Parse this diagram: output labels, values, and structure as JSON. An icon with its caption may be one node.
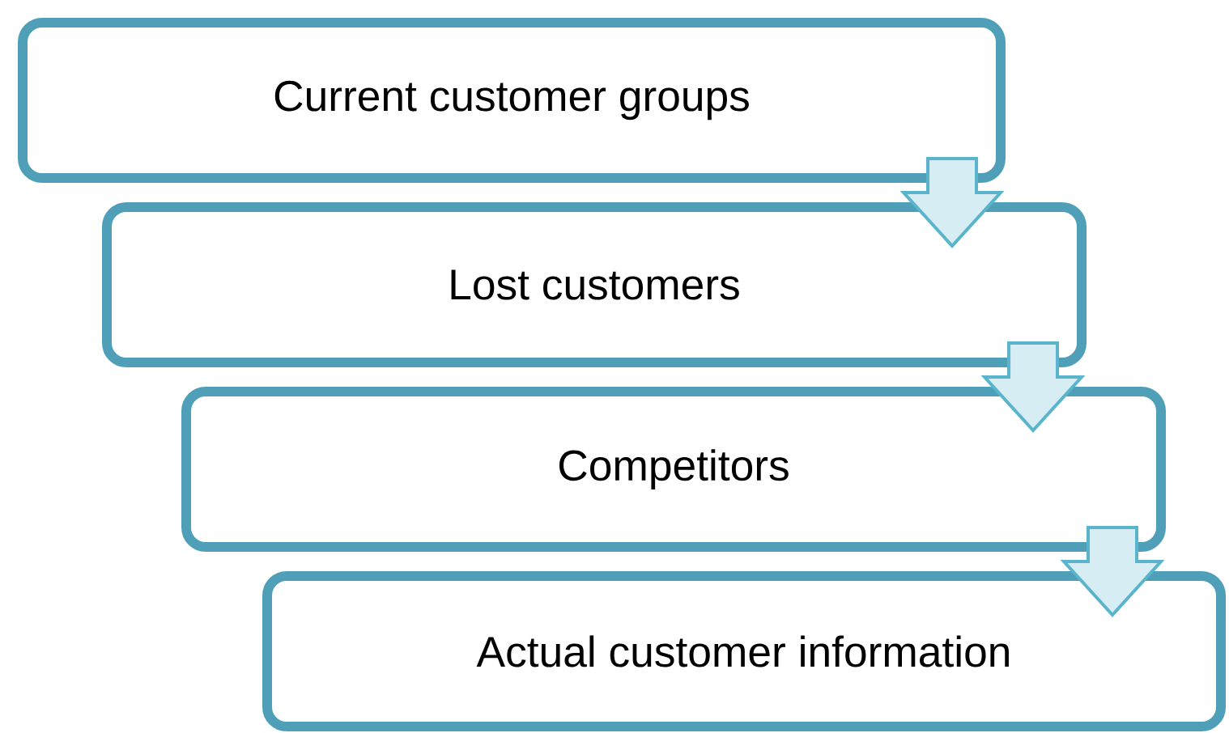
{
  "diagram": {
    "nodes": [
      {
        "text": [
          "Current customer groups"
        ]
      },
      {
        "text": [
          "Lost customers"
        ]
      },
      {
        "text": [
          "Competitors"
        ]
      },
      {
        "text": [
          "Actual customer information"
        ]
      }
    ],
    "edges": [
      {
        "from": 0,
        "to": 1,
        "arrow": "to"
      },
      {
        "from": 1,
        "to": 2,
        "arrow": "to"
      },
      {
        "from": 2,
        "to": 3,
        "arrow": "to"
      }
    ]
  }
}
